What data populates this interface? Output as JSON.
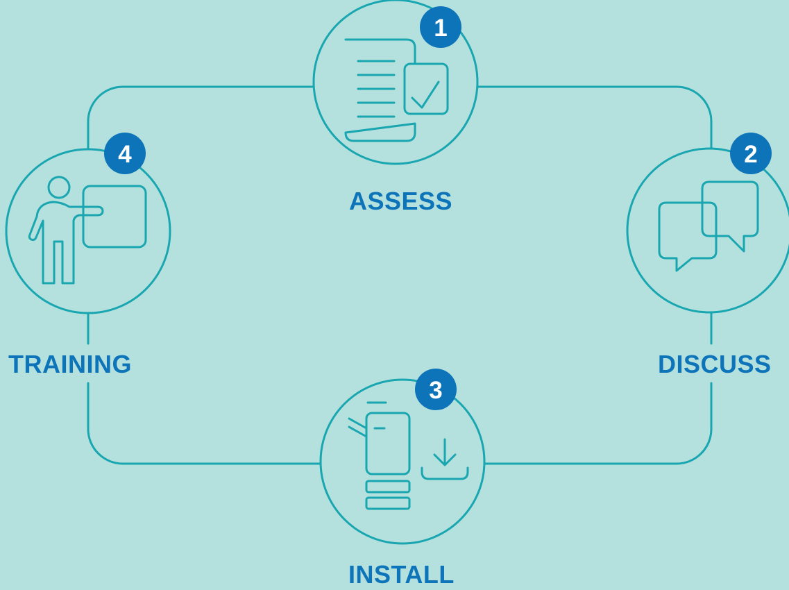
{
  "colors": {
    "background": "#b4e1dd",
    "line": "#19a6b0",
    "badge": "#0d74b9",
    "badge_text": "#ffffff",
    "label": "#0d74b9"
  },
  "steps": [
    {
      "number": "1",
      "label": "ASSESS",
      "icon": "checklist-document-icon"
    },
    {
      "number": "2",
      "label": "DISCUSS",
      "icon": "speech-bubbles-icon"
    },
    {
      "number": "3",
      "label": "INSTALL",
      "icon": "printer-download-icon"
    },
    {
      "number": "4",
      "label": "TRAINING",
      "icon": "presenter-board-icon"
    }
  ]
}
